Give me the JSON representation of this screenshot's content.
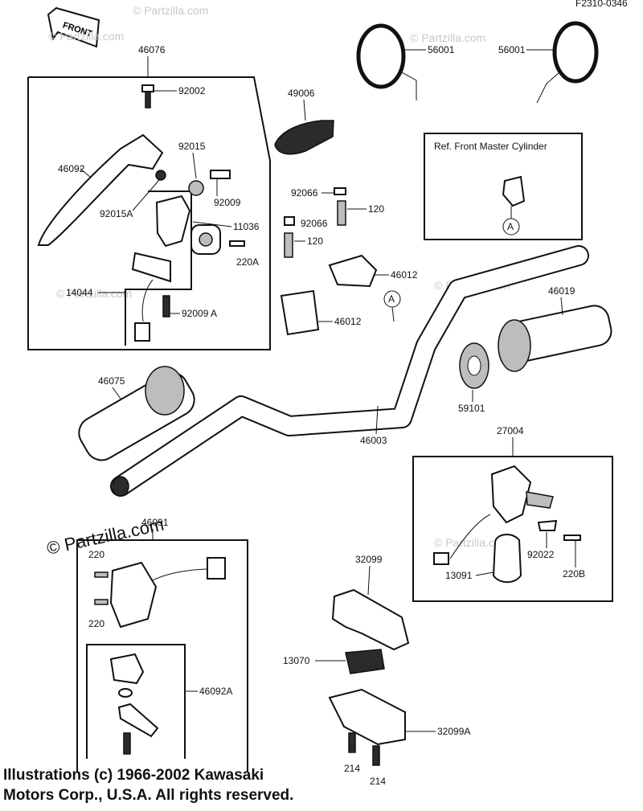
{
  "header": {
    "ref_code": "F2310-0346",
    "front_arrow": "FRONT"
  },
  "watermark": {
    "text": "© Partzilla.com"
  },
  "reference_box": {
    "title": "Ref. Front Master Cylinder",
    "marker": "A"
  },
  "handlebar_marker": "A",
  "parts": {
    "lever_assy": "46076",
    "bolt_92002": "92002",
    "lever": "46092",
    "spring_92015": "92015",
    "nut_92015a": "92015A",
    "screw_92009": "92009",
    "switch_11036": "11036",
    "screw_220a": "220A",
    "bracket_14044": "14044",
    "screw_92009a": "92009 A",
    "cover_49006": "49006",
    "mirror_left": "56001",
    "mirror_right": "56001",
    "cap_92066_a": "92066",
    "bolt_120_a": "120",
    "cap_92066_b": "92066",
    "bolt_120_b": "120",
    "holder_46012_a": "46012",
    "holder_46012_b": "46012",
    "grip_right": "46019",
    "grip_left": "46075",
    "handlebar": "46003",
    "weight_59101": "59101",
    "throttle_27004": "27004",
    "case_13091": "13091",
    "clamp_92022": "92022",
    "screw_220b": "220B",
    "switch_46091": "46091",
    "screw_220_a": "220",
    "screw_220_b": "220",
    "lever_46092a": "46092A",
    "case_32099": "32099",
    "plate_13070": "13070",
    "case_32099a": "32099A",
    "screw_214_a": "214",
    "screw_214_b": "214"
  },
  "copyright": {
    "line1": "Illustrations (c) 1966-2002 Kawasaki",
    "line2": "Motors Corp., U.S.A.  All rights reserved."
  }
}
